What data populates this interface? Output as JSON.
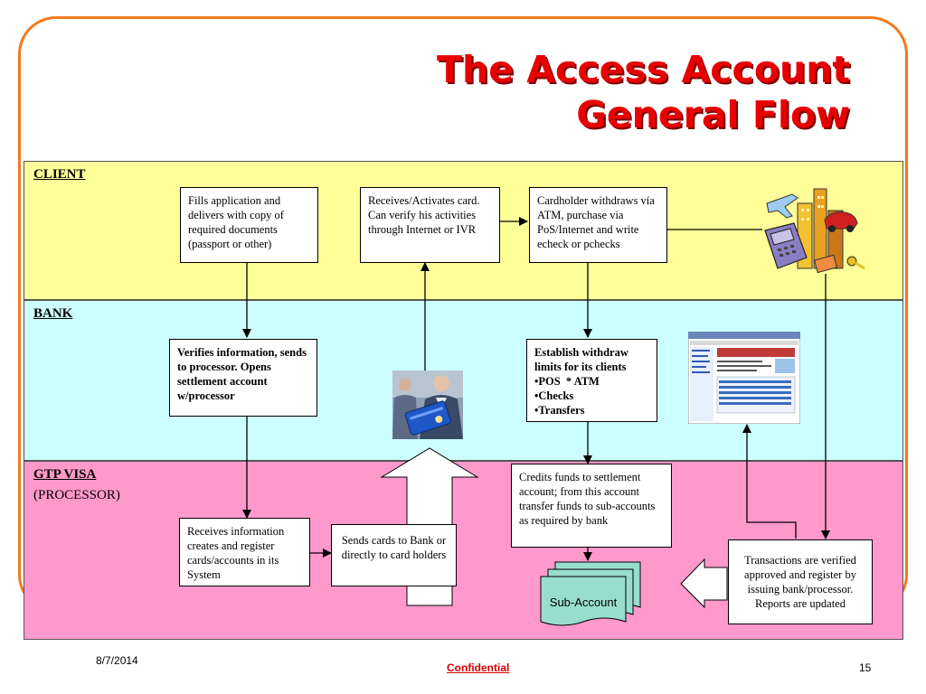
{
  "title": {
    "line1": "The Access Account",
    "line2": "General Flow"
  },
  "lanes": {
    "client": {
      "label": "CLIENT"
    },
    "bank": {
      "label": "BANK"
    },
    "processor": {
      "label": "GTP VISA",
      "sublabel": "(PROCESSOR)"
    }
  },
  "boxes": {
    "fills_application": "Fills application and delivers with copy of required documents (passport or other)",
    "receives_activates": "Receives/Activates card. Can verify his activities through Internet or IVR",
    "cardholder_withdraws": "Cardholder withdraws vía ATM, purchase via PoS/Internet and write echeck or pchecks",
    "verifies_information": "Verifies information, sends to processor. Opens settlement account w/processor",
    "establish_limits": {
      "heading": "Establish withdraw limits for its clients",
      "items": [
        "•POS  * ATM",
        "•Checks",
        "•Transfers"
      ]
    },
    "credits_funds": "Credits funds to settlement account; from this account transfer funds to sub-accounts as required by bank",
    "receives_information": "Receives information creates and register cards/accounts in its System",
    "sends_cards": "Sends cards to Bank or directly to card holders",
    "transactions_verified": "Transactions are verified approved and register by issuing bank/processor. Reports are updated",
    "sub_account": "Sub-Account"
  },
  "images": {
    "travel_clipart": "travel-shopping-clipart",
    "card_photo": "businessman-with-card-photo",
    "web_report": "web-report-screenshot"
  },
  "footer": {
    "date": "8/7/2014",
    "confidential": "Confidential",
    "page": "15"
  },
  "colors": {
    "title": "#e80000",
    "frame": "#f07a1e",
    "client_lane": "#ffff99",
    "bank_lane": "#ccffff",
    "processor_lane": "#ff99cc",
    "sub_account": "#99ddcc"
  }
}
